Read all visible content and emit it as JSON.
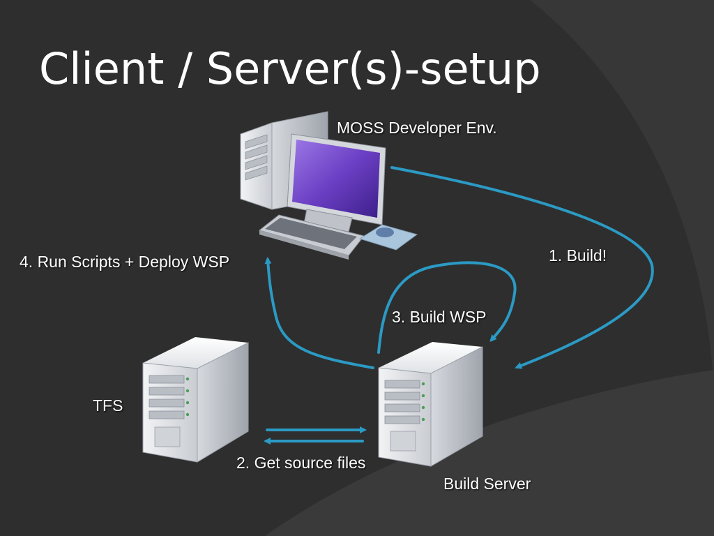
{
  "slide": {
    "title": "Client / Server(s)-setup"
  },
  "nodes": {
    "developer": {
      "label": "MOSS Developer Env."
    },
    "tfs": {
      "label": "TFS"
    },
    "build_server": {
      "label": "Build Server"
    }
  },
  "steps": [
    {
      "label": "1. Build!"
    },
    {
      "label": "2. Get source files"
    },
    {
      "label": "3. Build WSP"
    },
    {
      "label": "4. Run Scripts + Deploy WSP"
    }
  ],
  "colors": {
    "background": "#2e2e2e",
    "background_arc": "#383838",
    "arrow": "#2b9ac4",
    "screen": "#6c3fc4",
    "text": "#ffffff"
  }
}
